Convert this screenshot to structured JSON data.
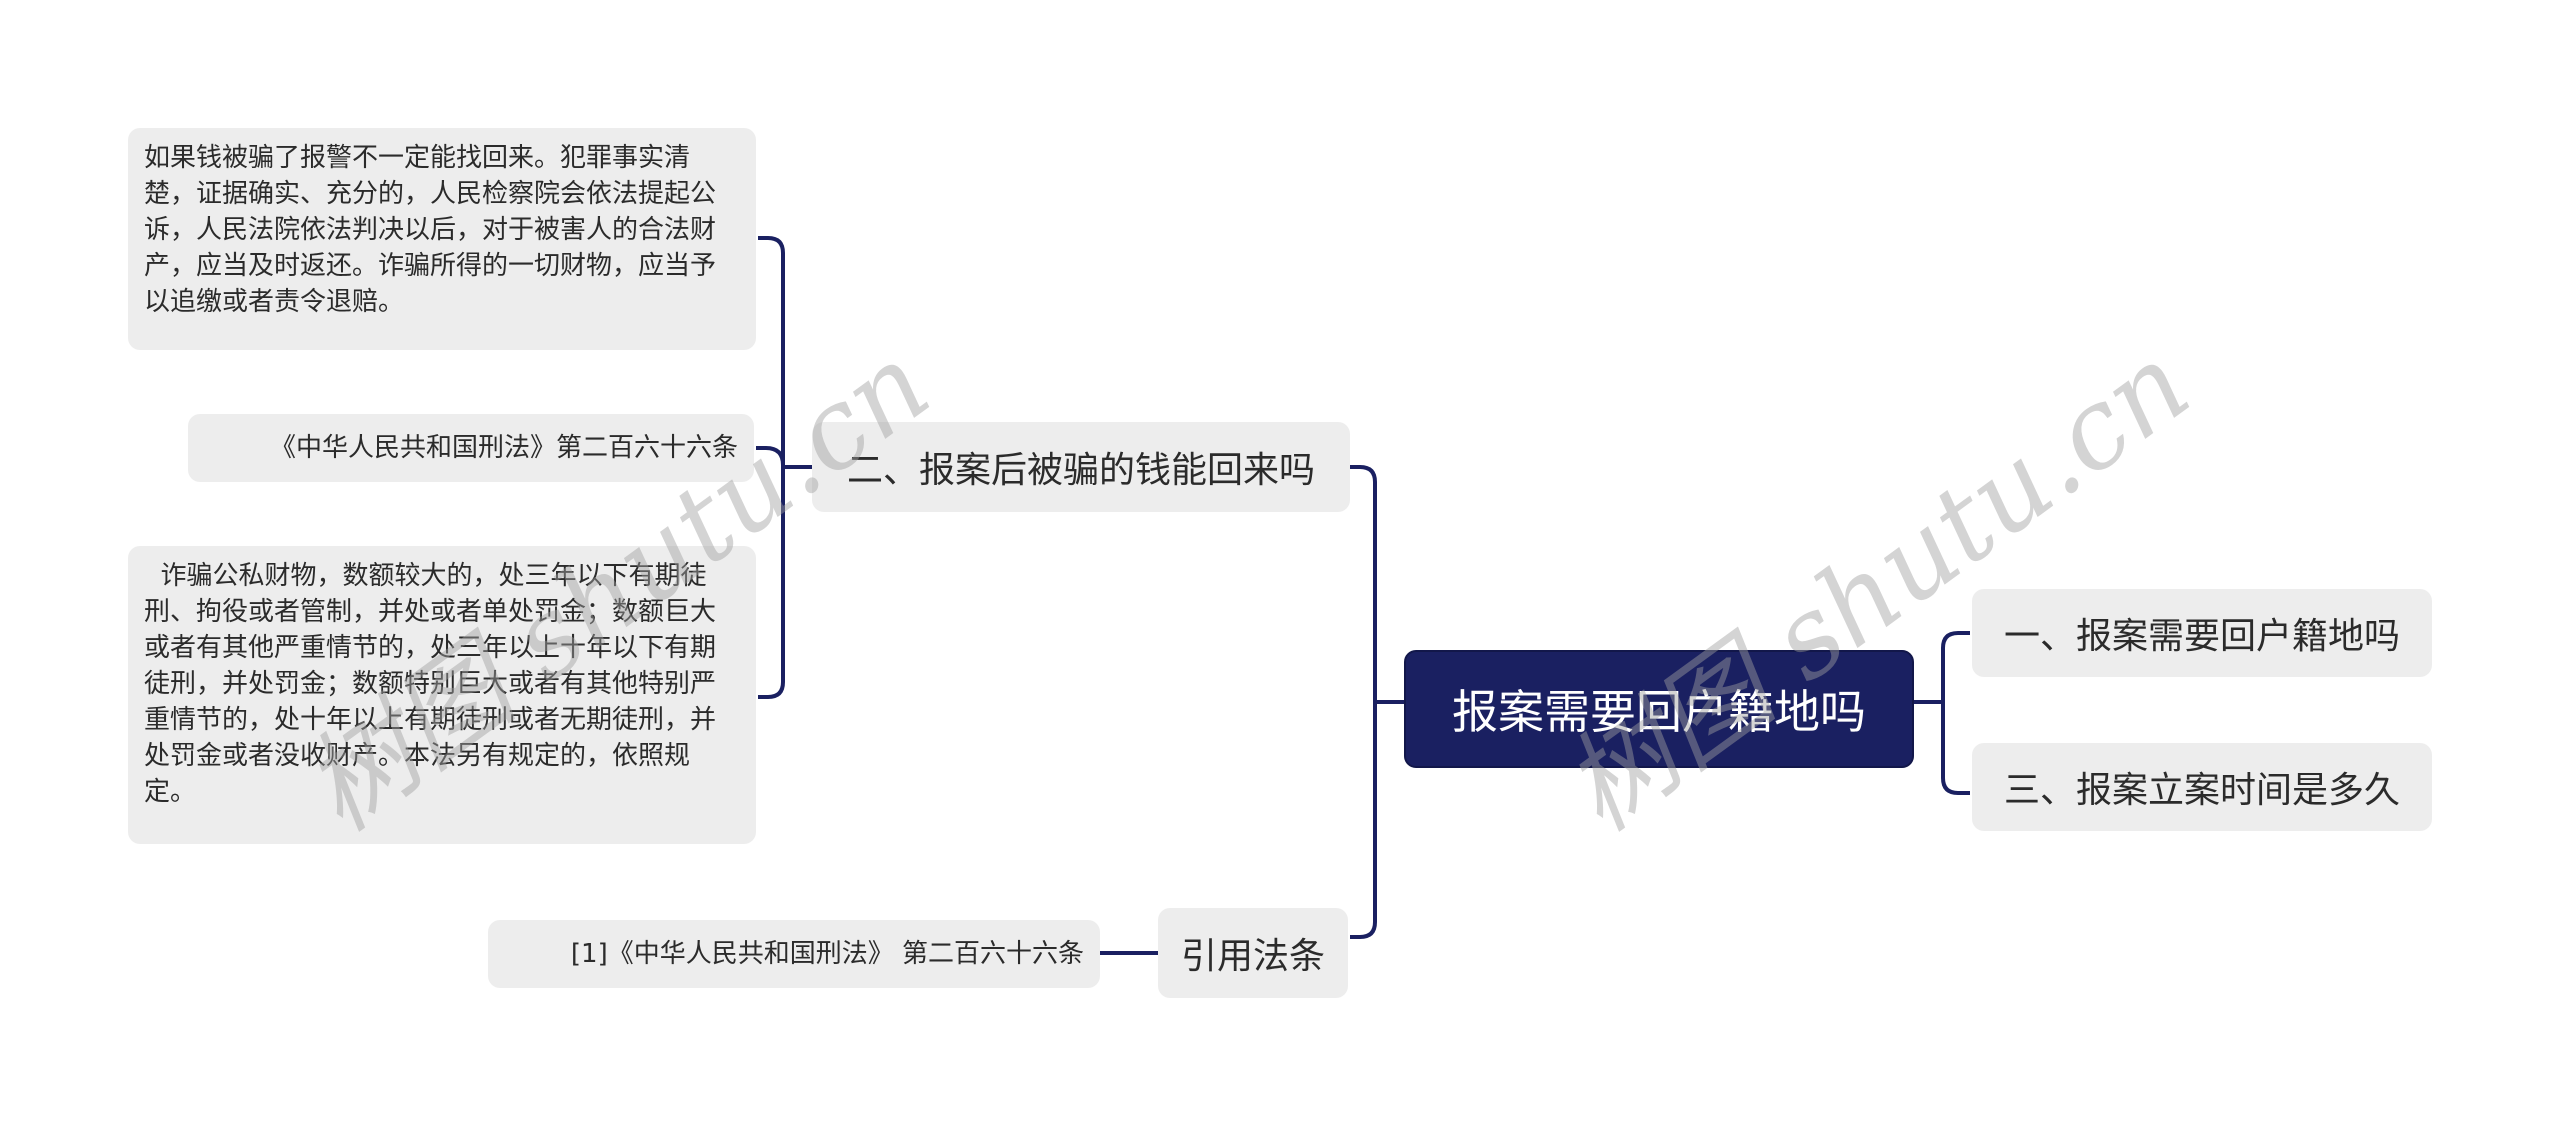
{
  "mindmap": {
    "root": {
      "label": "报案需要回户籍地吗",
      "bg_color": "#1a2061",
      "text_color": "#ffffff"
    },
    "branches": [
      {
        "label": "二、报案后被骗的钱能回来吗",
        "children": [
          {
            "label": "如果钱被骗了报警不一定能找回来。犯罪事实清楚，证据确实、充分的，人民检察院会依法提起公诉，人民法院依法判决以后，对于被害人的合法财产，应当及时返还。诈骗所得的一切财物，应当予以追缴或者责令退赔。"
          },
          {
            "label": "《中华人民共和国刑法》第二百六十六条"
          },
          {
            "label": "  诈骗公私财物，数额较大的，处三年以下有期徒刑、拘役或者管制，并处或者单处罚金；数额巨大或者有其他严重情节的，处三年以上十年以下有期徒刑，并处罚金；数额特别巨大或者有其他特别严重情节的，处十年以上有期徒刑或者无期徒刑，并处罚金或者没收财产。本法另有规定的，依照规定。"
          }
        ]
      },
      {
        "label": "引用法条",
        "children": [
          {
            "label": "[1]《中华人民共和国刑法》 第二百六十六条"
          }
        ]
      },
      {
        "label": "一、报案需要回户籍地吗"
      },
      {
        "label": "三、报案立案时间是多久"
      }
    ],
    "line_color": "#1a2061",
    "node_bg_color": "#ededed"
  },
  "watermarks": [
    {
      "text": "树图 shutu.cn"
    },
    {
      "text": "树图 shutu.cn"
    }
  ]
}
